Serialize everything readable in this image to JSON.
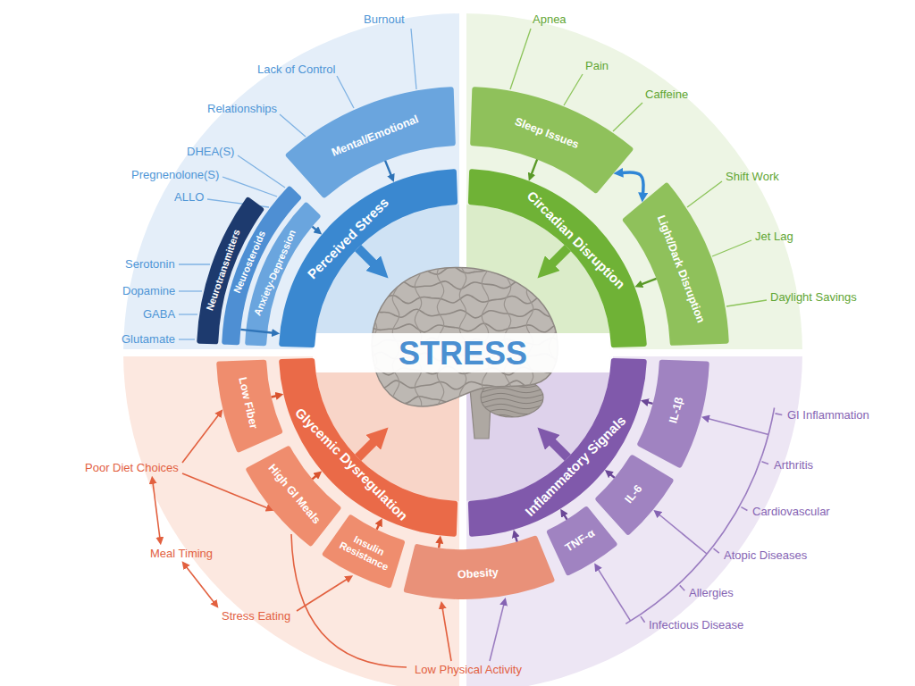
{
  "diagram": {
    "nodes": [
      {
        "text": [
          "STRESS"
        ]
      },
      {
        "text": [
          "Perceived Stress"
        ]
      },
      {
        "text": [
          "Mental/Emotional"
        ]
      },
      {
        "text": [
          "Anxiety-Depression"
        ]
      },
      {
        "text": [
          "Neurosteroids"
        ]
      },
      {
        "text": [
          "Neurotransmitters"
        ]
      },
      {
        "text": [
          "Circadian Disruption"
        ]
      },
      {
        "text": [
          "Sleep Issues"
        ]
      },
      {
        "text": [
          "Light/Dark Disruption"
        ]
      },
      {
        "text": [
          "Glycemic Dysregulation"
        ]
      },
      {
        "text": [
          "Low Fiber"
        ]
      },
      {
        "text": [
          "High GI Meals"
        ]
      },
      {
        "text": [
          "Insulin Resistance"
        ]
      },
      {
        "text": [
          "Obesity"
        ]
      },
      {
        "text": [
          "Inflammatory Signals"
        ]
      },
      {
        "text": [
          "IL-1β"
        ]
      },
      {
        "text": [
          "IL-6"
        ]
      },
      {
        "text": [
          "TNF-α"
        ]
      }
    ],
    "edges": [
      {
        "from": 2,
        "to": 1,
        "arrow": "to"
      },
      {
        "from": 3,
        "to": 1,
        "arrow": "to"
      },
      {
        "from": 4,
        "to": 1,
        "arrow": "to"
      },
      {
        "from": 1,
        "to": 0,
        "arrow": "to"
      },
      {
        "from": 7,
        "to": 6,
        "arrow": "to"
      },
      {
        "from": 8,
        "to": 6,
        "arrow": "to"
      },
      {
        "from": 7,
        "to": 8,
        "arrow": "both"
      },
      {
        "from": 6,
        "to": 0,
        "arrow": "to"
      },
      {
        "from": 10,
        "to": 9,
        "arrow": "to"
      },
      {
        "from": 11,
        "to": 9,
        "arrow": "to"
      },
      {
        "from": 12,
        "to": 9,
        "arrow": "to"
      },
      {
        "from": 13,
        "to": 9,
        "arrow": "to"
      },
      {
        "from": 9,
        "to": 0,
        "arrow": "to"
      },
      {
        "from": 15,
        "to": 14,
        "arrow": "to"
      },
      {
        "from": 16,
        "to": 14,
        "arrow": "to"
      },
      {
        "from": 17,
        "to": 14,
        "arrow": "to"
      },
      {
        "from": 13,
        "to": 14,
        "arrow": "to"
      },
      {
        "from": 14,
        "to": 0,
        "arrow": "to"
      }
    ],
    "labels": [
      "Burnout",
      "Lack of Control",
      "Relationships",
      "DHEA(S)",
      "Pregnenolone(S)",
      "ALLO",
      "Serotonin",
      "Dopamine",
      "GABA",
      "Glutamate",
      "Apnea",
      "Pain",
      "Caffeine",
      "Shift Work",
      "Jet Lag",
      "Daylight Savings",
      "Poor Diet Choices",
      "Meal Timing",
      "Stress Eating",
      "Low Physical Activity",
      "GI Inflammation",
      "Arthritis",
      "Cardiovascular",
      "Atopic Diseases",
      "Allergies",
      "Infectious Disease"
    ]
  }
}
